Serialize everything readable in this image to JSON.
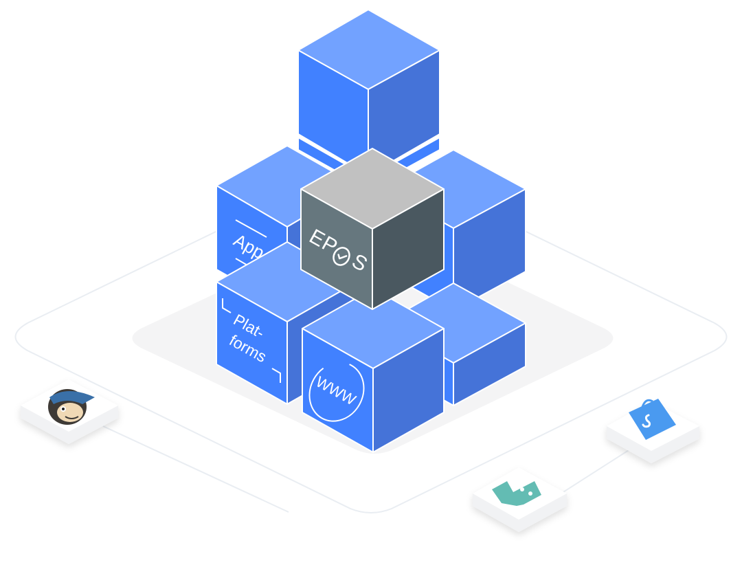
{
  "diagram": {
    "cubes": {
      "app": {
        "label": "App"
      },
      "platforms": {
        "line1": "Plat-",
        "line2": "forms"
      },
      "www": {
        "label": "WWW"
      },
      "epos": {
        "label_left": "EP",
        "label_right": "S"
      }
    },
    "integrations": [
      {
        "name": "mailchimp",
        "icon": "mailchimp-logo-icon"
      },
      {
        "name": "deliveroo",
        "icon": "deliveroo-logo-icon"
      },
      {
        "name": "shopify",
        "icon": "shopify-bag-icon"
      }
    ],
    "colors": {
      "cube_top": "#72A2FF",
      "cube_left": "#4181FF",
      "cube_right": "#4573D8",
      "epos_top": "#C1C1C1",
      "epos_left": "#66777E",
      "epos_right": "#4A5860",
      "platform_fill": "#F4F4F5",
      "platform_stroke": "#E8EAEE",
      "deliveroo": "#63BCB3",
      "shopify": "#4A9AF0"
    }
  }
}
